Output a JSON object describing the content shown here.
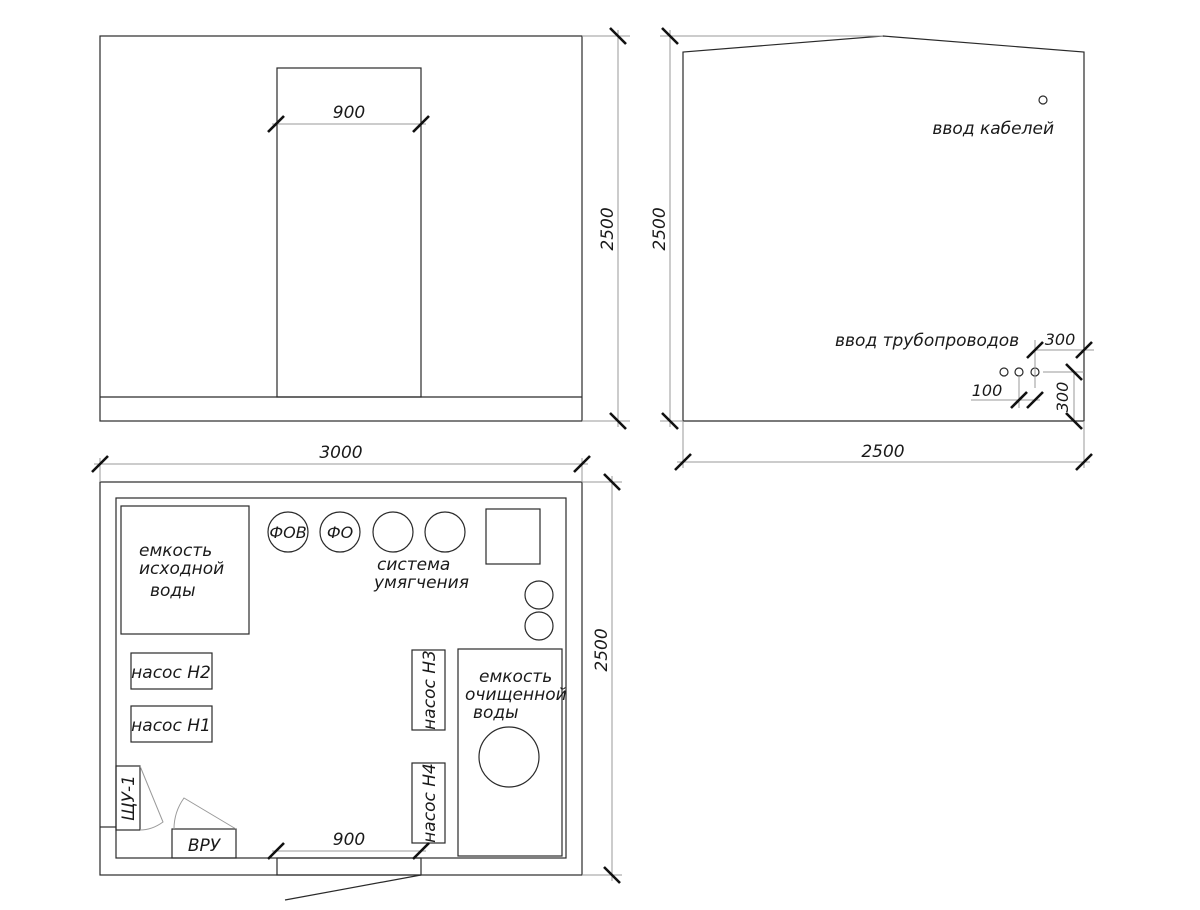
{
  "colors": {
    "line": "#2a2a2a",
    "dimension_line": "#9a9a9a",
    "tick": "#111111",
    "text": "#1a1a1a"
  },
  "front_view": {
    "door_width": "900",
    "height": "2500"
  },
  "side_view": {
    "height": "2500",
    "width": "2500",
    "cable_entry_label": "ввод кабелей",
    "pipe_entry_label": "ввод трубопроводов",
    "pipe_offset_right": "300",
    "pipe_offset_bottom": "300",
    "pipe_spacing": "100"
  },
  "plan_view": {
    "width": "3000",
    "height": "2500",
    "door_width": "900",
    "source_tank": [
      "емкость",
      "исходной",
      "воды"
    ],
    "filter_fov": "ФОВ",
    "filter_fo": "ФО",
    "softening_system": [
      "система",
      "умягчения"
    ],
    "pump_h2": "насос Н2",
    "pump_h1": "насос Н1",
    "pump_h3": "насос Н3",
    "pump_h4": "насос Н4",
    "clean_tank": [
      "емкость",
      "очищенной",
      "воды"
    ],
    "control_cabinet": "ЩУ-1",
    "main_switchboard": "ВРУ"
  }
}
